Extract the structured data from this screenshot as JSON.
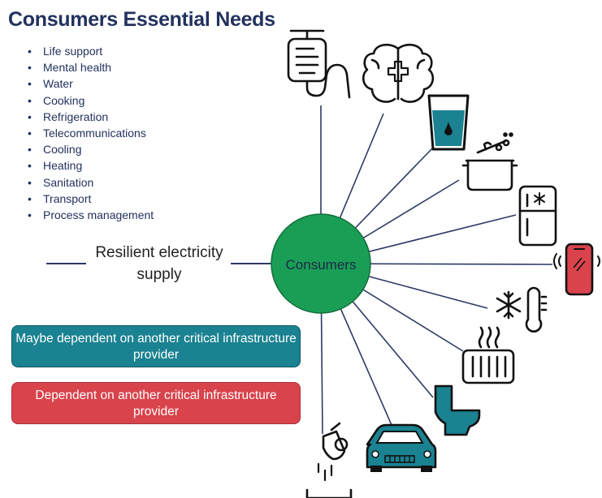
{
  "title": "Consumers Essential Needs",
  "needs": [
    "Life support",
    "Mental health",
    "Water",
    "Cooking",
    "Refrigeration",
    "Telecommunications",
    "Cooling",
    "Heating",
    "Sanitation",
    "Transport",
    "Process management"
  ],
  "supply_label": "Resilient electricity supply",
  "center_label": "Consumers",
  "legend": {
    "teal": "Maybe dependent on another critical infrastructure provider",
    "red": "Dependent on another critical infrastructure provider"
  },
  "colors": {
    "title": "#22315e",
    "teal": "#1a8291",
    "red": "#d9434c",
    "center_fill": "#1a9e55",
    "spoke": "#2e3a66",
    "water": "#1a8291"
  },
  "icons": [
    "iv-drip-icon",
    "brain-health-icon",
    "water-glass-icon",
    "cooking-pot-icon",
    "refrigerator-icon",
    "mobile-phone-icon",
    "cooling-snowflake-thermometer-icon",
    "heater-radiator-icon",
    "toilet-icon",
    "car-icon",
    "process-ladle-icon"
  ]
}
